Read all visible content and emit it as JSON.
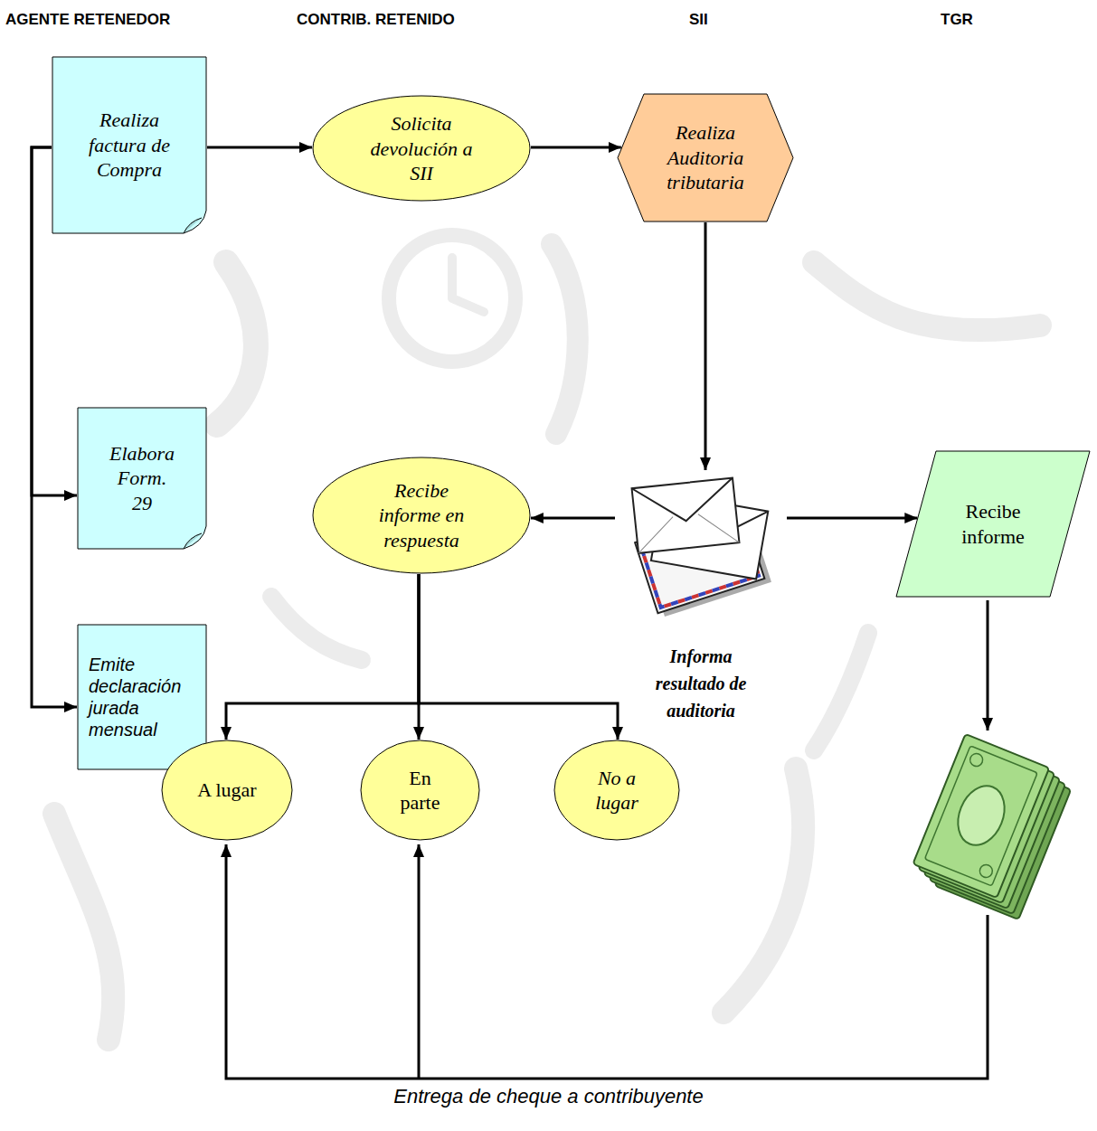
{
  "diagram": {
    "caption": "Entrega de cheque a contribuyente",
    "nodes": [
      {
        "text": [
          "Realiza factura de Compra"
        ]
      },
      {
        "text": [
          "Solicita devolución a SII"
        ]
      },
      {
        "text": [
          "Realiza Auditoria tributaria"
        ]
      },
      {
        "text": [
          "Elabora Form. 29"
        ]
      },
      {
        "text": [
          "Recibe informe en respuesta"
        ]
      },
      {
        "text": [
          "Informa resultado de auditoria"
        ]
      },
      {
        "text": [
          "Recibe informe"
        ]
      },
      {
        "text": [
          "Emite declaración jurada mensual"
        ]
      },
      {
        "text": [
          "A lugar"
        ]
      },
      {
        "text": [
          "En parte"
        ]
      },
      {
        "text": [
          "No a lugar"
        ]
      }
    ],
    "edges": [
      {
        "from": 0,
        "to": 1,
        "arrow": "to"
      },
      {
        "from": 1,
        "to": 2,
        "arrow": "to"
      },
      {
        "from": 2,
        "to": 5,
        "arrow": "to"
      },
      {
        "from": 5,
        "to": 4,
        "arrow": "to"
      },
      {
        "from": 5,
        "to": 6,
        "arrow": "to"
      },
      {
        "from": 0,
        "to": 3,
        "arrow": "to"
      },
      {
        "from": 0,
        "to": 7,
        "arrow": "to"
      },
      {
        "from": 4,
        "to": 8,
        "arrow": "to"
      },
      {
        "from": 4,
        "to": 9,
        "arrow": "to"
      },
      {
        "from": 4,
        "to": 10,
        "arrow": "to"
      }
    ],
    "labels": [
      "AGENTE RETENEDOR",
      "CONTRIB. RETENIDO",
      "SII",
      "TGR"
    ]
  }
}
